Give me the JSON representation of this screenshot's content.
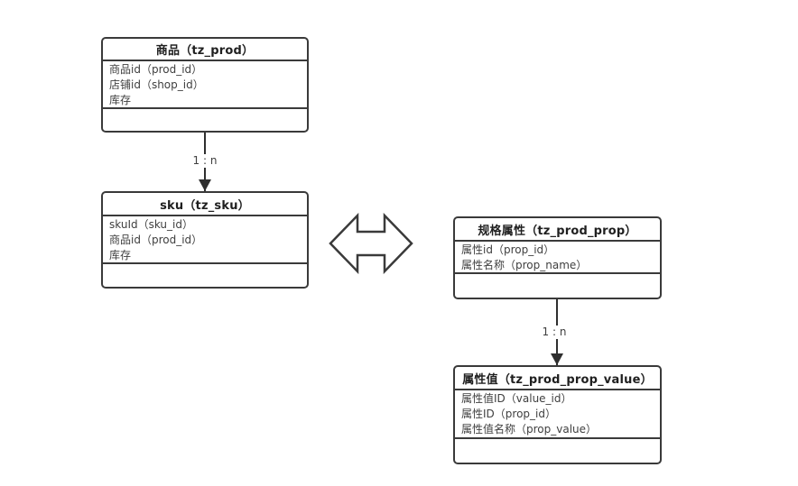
{
  "diagram": {
    "background_color": "#ffffff",
    "border_color": "#3a3a3a",
    "line_color": "#2f2f2f",
    "field_text_color": "#3f3f3f",
    "title_text_color": "#1f1f1f"
  },
  "entities": [
    {
      "id": "prod",
      "title": "商品（tz_prod）",
      "fields": [
        "商品id（prod_id）",
        "店铺id（shop_id）",
        "库存"
      ]
    },
    {
      "id": "sku",
      "title": "sku（tz_sku）",
      "fields": [
        "skuId（sku_id）",
        "商品id（prod_id）",
        "库存"
      ]
    },
    {
      "id": "prod-prop",
      "title": "规格属性（tz_prod_prop）",
      "fields": [
        "属性id（prop_id）",
        "属性名称（prop_name）"
      ]
    },
    {
      "id": "prod-prop-value",
      "title": "属性值（tz_prod_prop_value）",
      "fields": [
        "属性值ID（value_id）",
        "属性ID（prop_id）",
        "属性值名称（prop_value）"
      ]
    }
  ],
  "connectors": [
    {
      "from": "prod",
      "to": "sku",
      "label": "1 : n"
    },
    {
      "from": "prod-prop",
      "to": "prod-prop-value",
      "label": "1 : n"
    }
  ],
  "icons": [
    {
      "name": "double-arrow-icon",
      "meaning": "bidirectional relation between sku and 规格属性"
    }
  ]
}
